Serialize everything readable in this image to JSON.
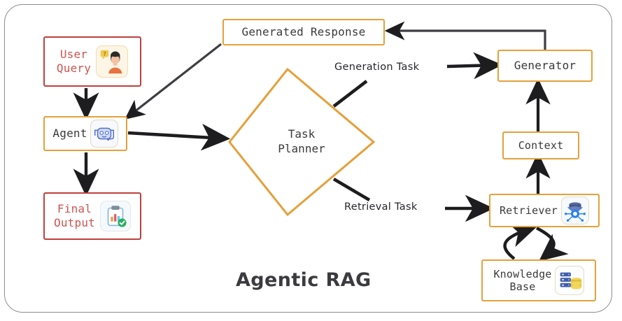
{
  "diagram": {
    "title": "Agentic RAG",
    "frame_color": "#8d8d93",
    "accent_orange": "#e5a03a",
    "accent_red": "#c0403c",
    "text_dark": "#3a3a3a",
    "text_red": "#cf5450",
    "arrow_color": "#1d1d1f"
  },
  "nodes": {
    "user_query": {
      "label": "User\nQuery",
      "icon": "user-question-icon",
      "style": "red"
    },
    "agent": {
      "label": "Agent",
      "icon": "robot-icon",
      "style": "orange"
    },
    "final_output": {
      "label": "Final\nOutput",
      "icon": "clipboard-check-icon",
      "style": "red"
    },
    "generated_response": {
      "label": "Generated Response",
      "style": "orange"
    },
    "task_planner": {
      "label": "Task\nPlanner",
      "style": "orange-diamond"
    },
    "generator": {
      "label": "Generator",
      "style": "orange"
    },
    "context": {
      "label": "Context",
      "style": "orange"
    },
    "retriever": {
      "label": "Retriever",
      "icon": "database-network-icon",
      "style": "orange"
    },
    "knowledge_base": {
      "label": "Knowledge\nBase",
      "icon": "server-database-icon",
      "style": "orange"
    }
  },
  "edge_labels": {
    "generation_task": "Generation Task",
    "retrieval_task": "Retrieval Task"
  }
}
